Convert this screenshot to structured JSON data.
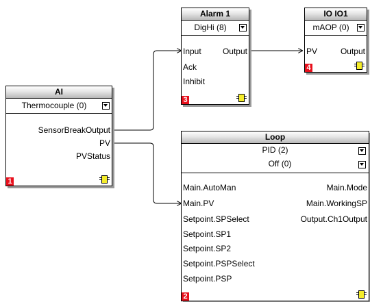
{
  "blocks": {
    "ai": {
      "title": "AI",
      "select": "Thermocouple (0)",
      "outputs": [
        "SensorBreakOutput",
        "PV",
        "PVStatus"
      ],
      "number": "1"
    },
    "alarm": {
      "title": "Alarm 1",
      "select": "DigHi (8)",
      "inputs": [
        "Input",
        "Ack",
        "Inhibit"
      ],
      "outputs": [
        "Output"
      ],
      "number": "3"
    },
    "io": {
      "title": "IO IO1",
      "select": "mAOP (0)",
      "inputs": [
        "PV"
      ],
      "outputs": [
        "Output"
      ],
      "number": "4"
    },
    "loop": {
      "title": "Loop",
      "select1": "PID (2)",
      "select2": "Off (0)",
      "inputs": [
        "Main.AutoMan",
        "Main.PV",
        "Setpoint.SPSelect",
        "Setpoint.SP1",
        "Setpoint.SP2",
        "Setpoint.PSPSelect",
        "Setpoint.PSP"
      ],
      "outputs": [
        "Main.Mode",
        "Main.WorkingSP",
        "Output.Ch1Output"
      ],
      "number": "2"
    }
  },
  "colors": {
    "badge": "#e8101c",
    "chip": "#f4ec2a",
    "shadow": "#9a9a9a"
  },
  "icons": {
    "dropdown": "chevron-down-icon",
    "block_chip": "chip-icon"
  }
}
